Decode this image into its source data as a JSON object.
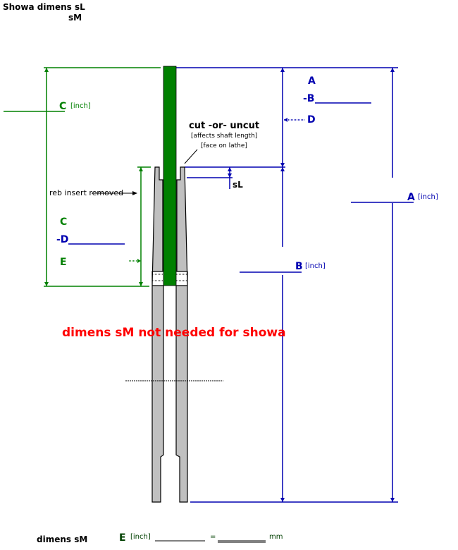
{
  "header": {
    "title_line1": "Showa  dimens sL",
    "title_line2": "sM"
  },
  "annotations": {
    "cut_label": "cut  -or-  uncut",
    "cut_note1": "[affects shaft length]",
    "cut_note2": "[face on lathe]",
    "sL": "sL",
    "reb_insert": "reb insert removed",
    "not_needed": "dimens sM not needed for showa"
  },
  "left_labels": {
    "c_top": "C",
    "c_unit": "[inch]",
    "c": "C",
    "minus_d": "-D",
    "e": "E"
  },
  "right_labels": {
    "a": "A",
    "minus_b": "-B",
    "d": "D",
    "a_result": "A",
    "a_unit": "[inch]",
    "b_result": "B",
    "b_unit": "[inch]"
  },
  "footer": {
    "label": "dimens  sM",
    "e": "E",
    "unit": "[inch]",
    "equals": "=",
    "mm": "mm"
  },
  "colors": {
    "green": "#008000",
    "blue": "#0000b0",
    "red": "#ff0000",
    "tube": "#c0c0c0"
  }
}
